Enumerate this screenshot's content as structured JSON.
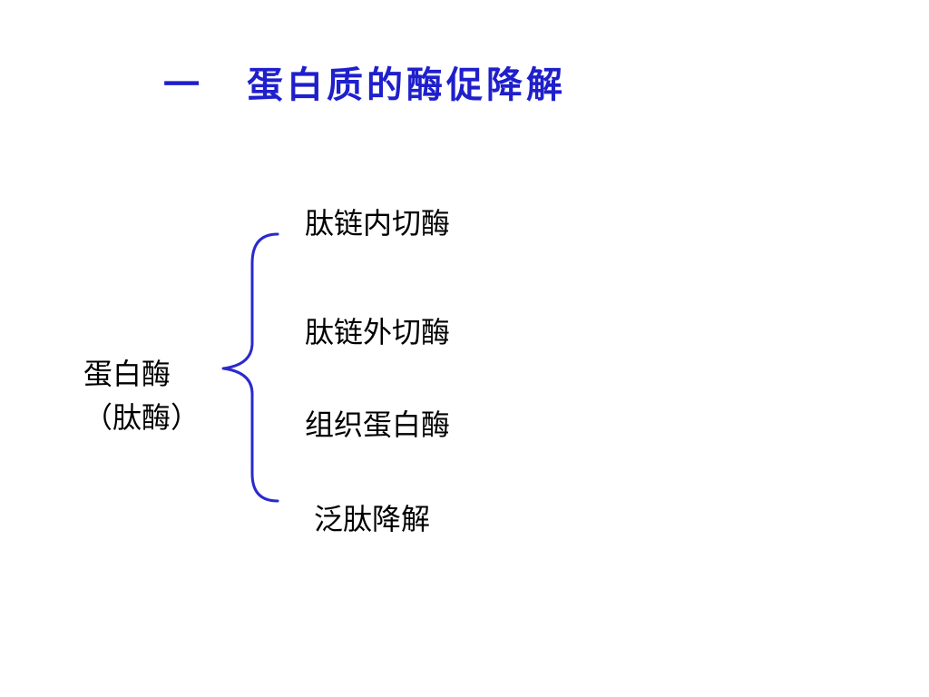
{
  "slide": {
    "title_number": "一",
    "title_text": "蛋白质的酶促降解",
    "accent_color": "#1f1fcc"
  },
  "diagram": {
    "root_line_1": "蛋白酶",
    "root_line_2": "（肽酶）",
    "branches": [
      "肽链内切酶",
      "肽链外切酶",
      "组织蛋白酶",
      "泛肽降解"
    ],
    "brace_color": "#2a2acc"
  }
}
